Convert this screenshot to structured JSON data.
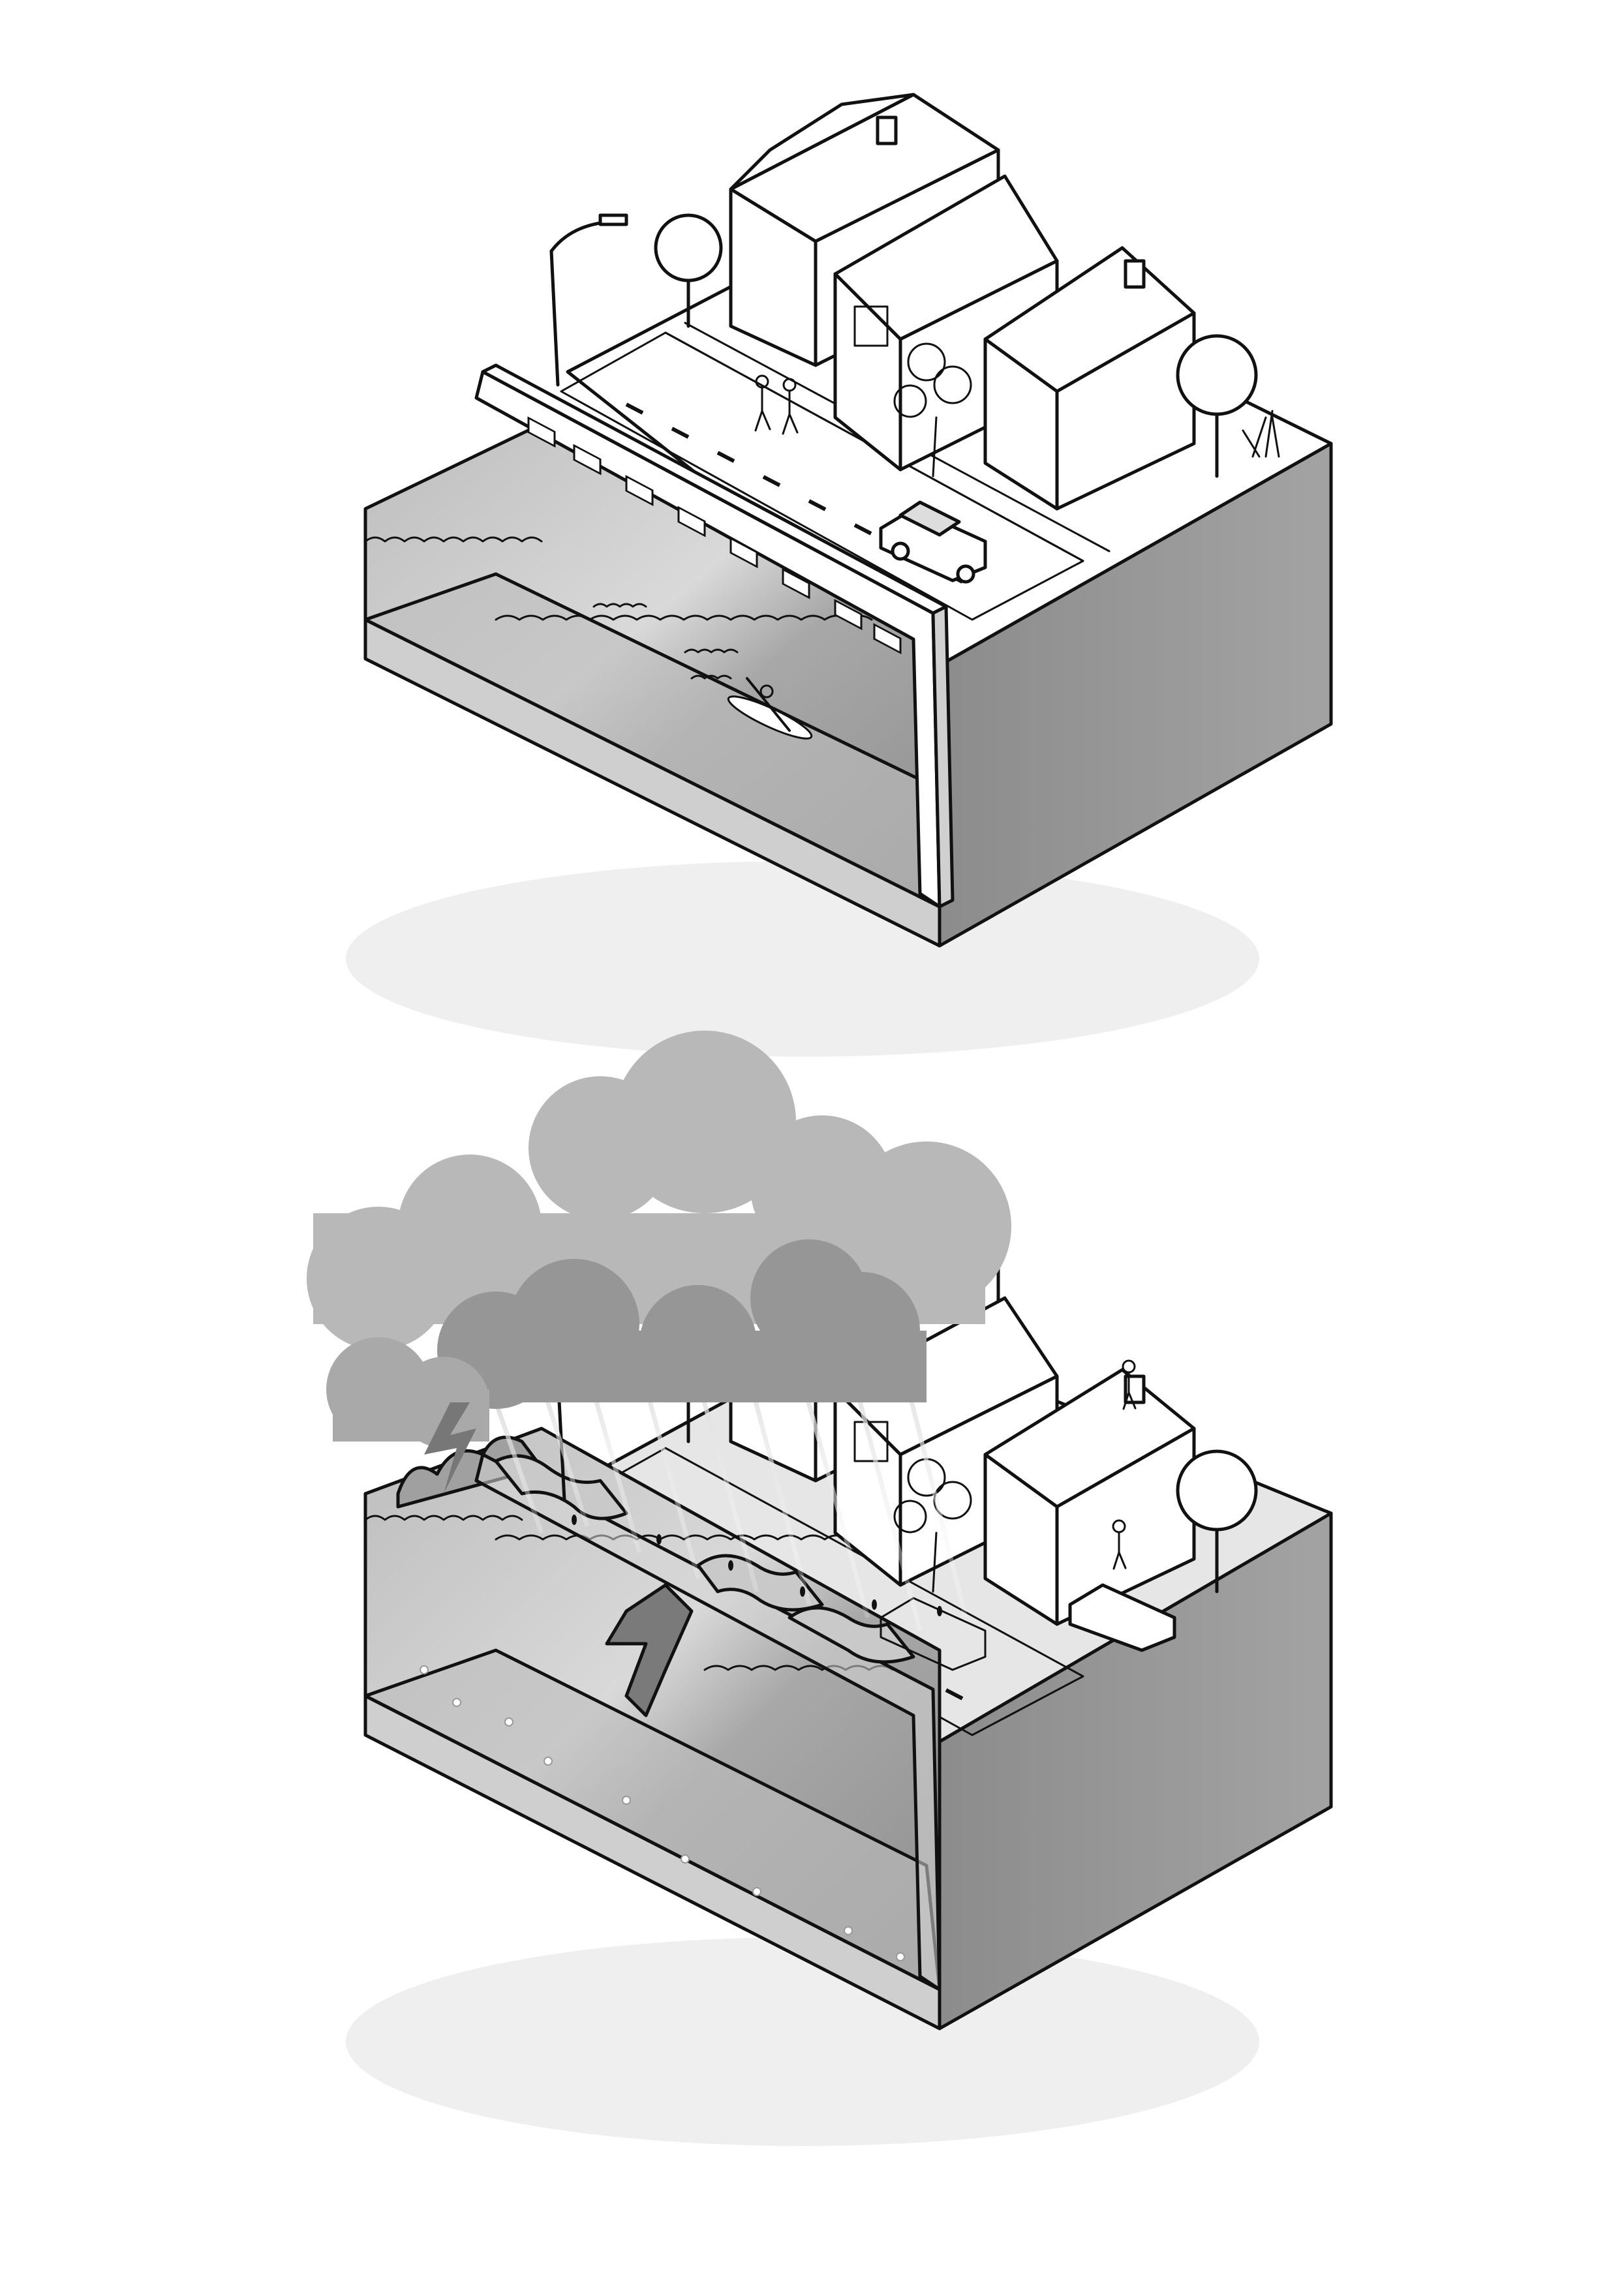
{
  "diagram": {
    "panels": [
      {
        "id": "calm",
        "weather": "clear",
        "wall_state": "intact"
      },
      {
        "id": "storm",
        "weather": "thunderstorm",
        "wall_state": "breached"
      }
    ],
    "icons": [
      "cloud-icon",
      "lightning-icon",
      "rain-icon",
      "house-icon",
      "tree-icon",
      "street-lamp-icon",
      "car-icon",
      "person-icon",
      "kayak-icon",
      "plant-icon"
    ],
    "colors": {
      "background": "#ffffff",
      "ink": "#111111",
      "water": "#a9a9a9",
      "water_dark": "#8a8a8a",
      "ground_side": "#9b9b9b",
      "ground_front": "#c8c8c8",
      "cloud_light": "#b5b5b5",
      "cloud_dark": "#8f8f8f",
      "shadow": "#ececec"
    }
  }
}
